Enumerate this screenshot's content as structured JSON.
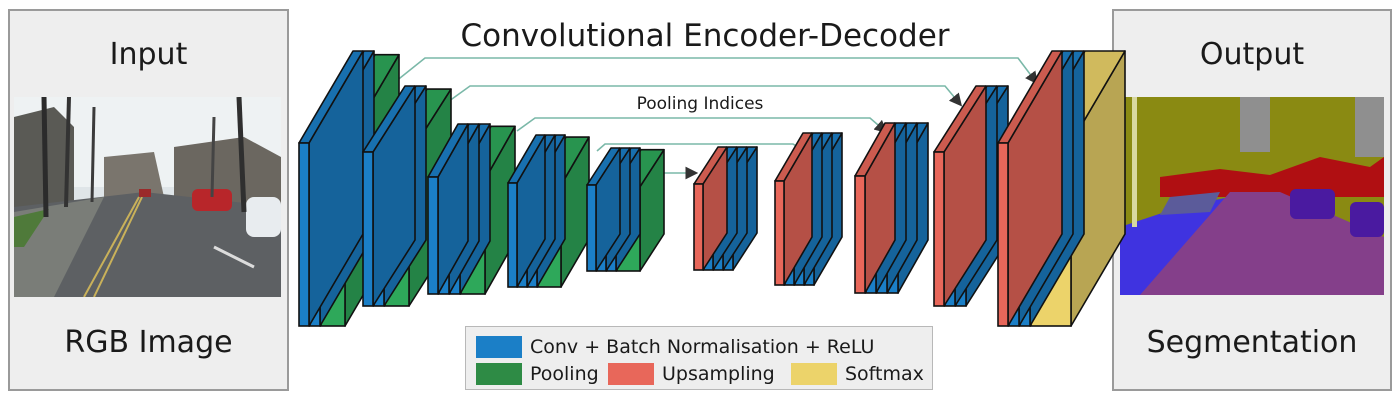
{
  "title": "Convolutional Encoder-Decoder",
  "skip_label": "Pooling Indices",
  "input_panel": {
    "title": "Input",
    "caption": "RGB Image"
  },
  "output_panel": {
    "title": "Output",
    "caption": "Segmentation"
  },
  "legend": [
    {
      "label": "Conv + Batch Normalisation + ReLU",
      "color": "#1b7fc7"
    },
    {
      "label": "Pooling",
      "color": "#2e8b45"
    },
    {
      "label": "Upsampling",
      "color": "#e8675a"
    },
    {
      "label": "Softmax",
      "color": "#ecd36a"
    }
  ],
  "colors": {
    "conv": "#1b7fc7",
    "conv_light": "#4a9fd8",
    "pool": "#2ea85a",
    "upsample": "#e8675a",
    "softmax": "#ecd36a",
    "skip_arrow": "#7ab8a8",
    "panel_bg": "#eeeeee"
  },
  "encoder": [
    {
      "layers": [
        "conv",
        "conv",
        "pool"
      ]
    },
    {
      "layers": [
        "conv",
        "conv",
        "pool"
      ]
    },
    {
      "layers": [
        "conv",
        "conv",
        "conv",
        "pool"
      ]
    },
    {
      "layers": [
        "conv",
        "conv",
        "conv",
        "pool"
      ]
    },
    {
      "layers": [
        "conv",
        "conv",
        "conv",
        "pool"
      ]
    }
  ],
  "decoder": [
    {
      "layers": [
        "upsample",
        "conv",
        "conv",
        "conv"
      ]
    },
    {
      "layers": [
        "upsample",
        "conv",
        "conv",
        "conv"
      ]
    },
    {
      "layers": [
        "upsample",
        "conv",
        "conv",
        "conv"
      ]
    },
    {
      "layers": [
        "upsample",
        "conv",
        "conv"
      ]
    },
    {
      "layers": [
        "upsample",
        "conv",
        "conv",
        "softmax"
      ]
    }
  ]
}
